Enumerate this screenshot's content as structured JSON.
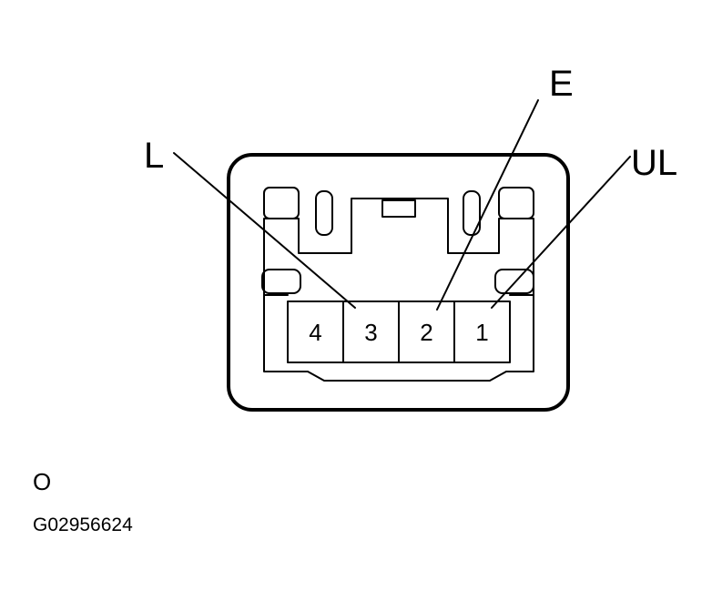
{
  "diagram": {
    "callouts": {
      "l": "L",
      "e": "E",
      "ul": "UL"
    },
    "pins": [
      "4",
      "3",
      "2",
      "1"
    ]
  },
  "footer": {
    "view_label": "O",
    "figure_code": "G02956624"
  }
}
